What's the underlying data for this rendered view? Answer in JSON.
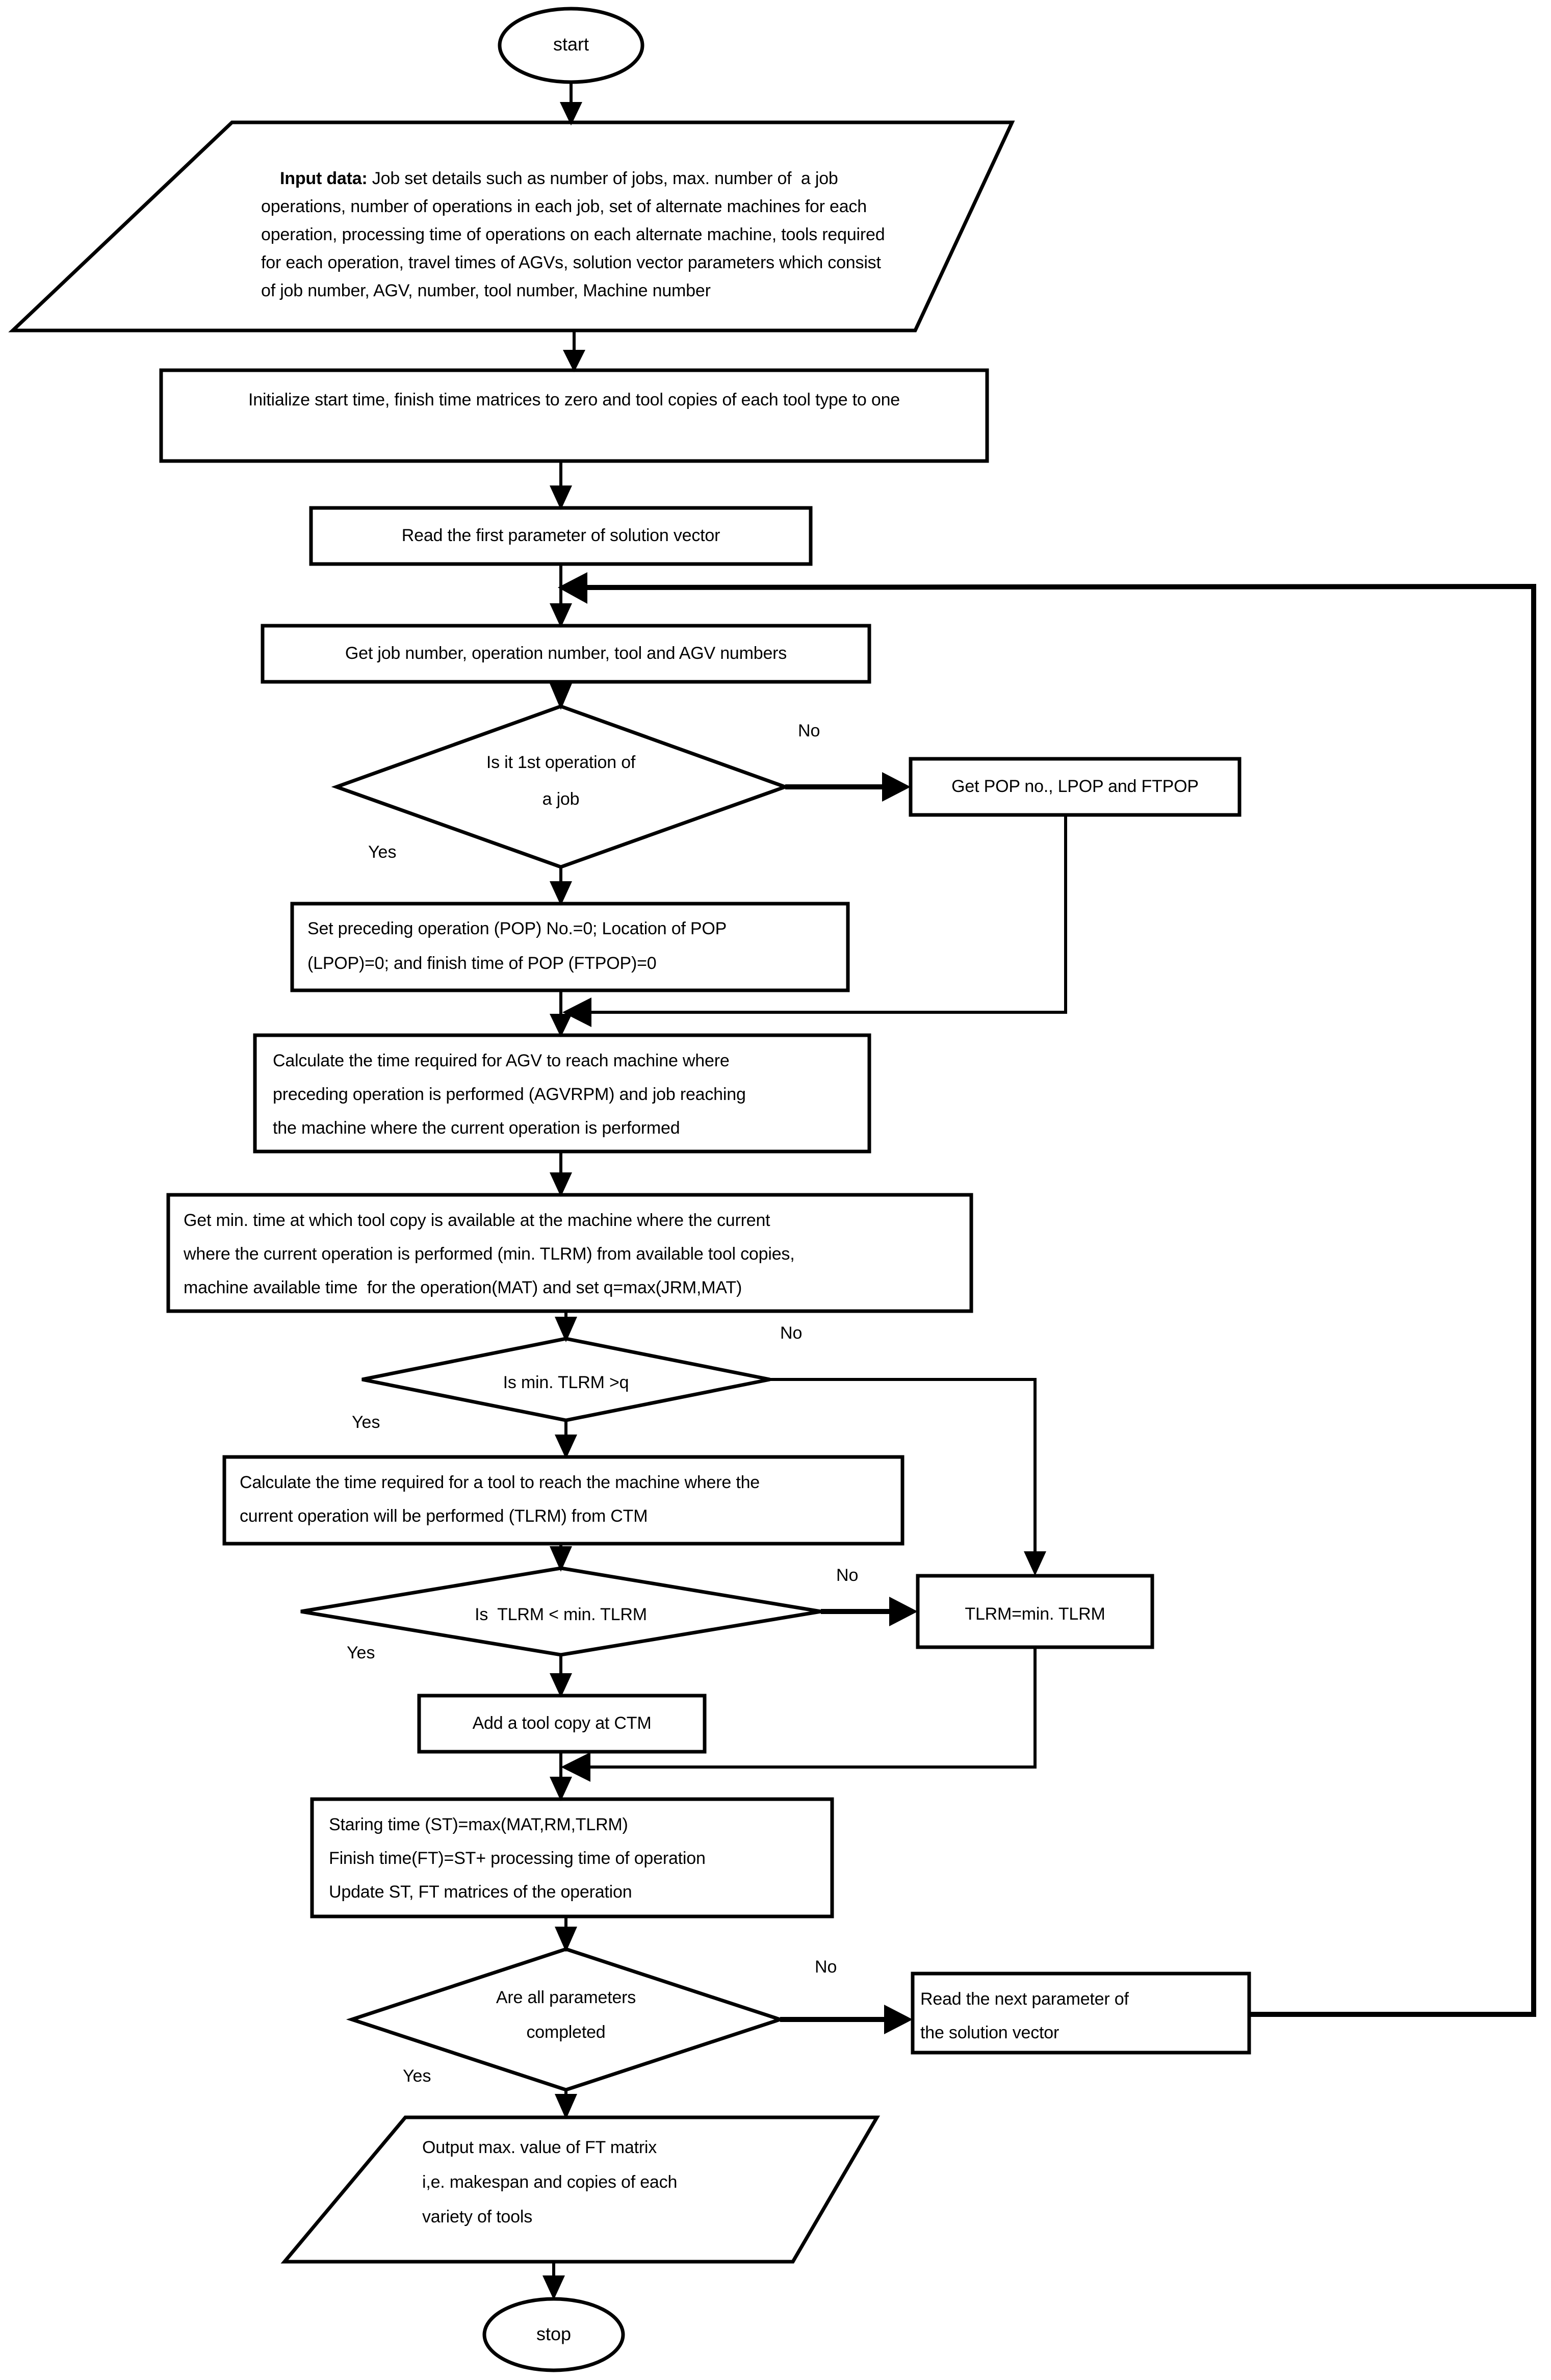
{
  "diagram": {
    "type": "flowchart",
    "title": "Makespan and tool copies evaluation flowchart",
    "colors": {
      "stroke": "#000000",
      "fill": "#ffffff",
      "text": "#000000"
    },
    "nodes": {
      "start": {
        "shape": "terminator",
        "label": "start"
      },
      "input_data": {
        "shape": "parallelogram",
        "lead": "Input data:",
        "text": " Job set details such as number of jobs, max. number of  a job operations, number of operations in each job, set of alternate machines for each operation, processing time of operations on each alternate machine, tools required for each operation, travel times of AGVs, solution vector parameters which consist of job number, AGV, number, tool number, Machine number"
      },
      "initialize": {
        "shape": "process",
        "text": "Initialize start time, finish time matrices to zero and tool copies of each tool type to one"
      },
      "read_first": {
        "shape": "process",
        "text": "Read the first parameter of solution vector"
      },
      "get_job": {
        "shape": "process",
        "text": "Get job number, operation number, tool and AGV numbers"
      },
      "is_first_op": {
        "shape": "decision",
        "line1": "Is it 1st operation of",
        "line2": "a job",
        "yes_label": "Yes",
        "no_label": "No"
      },
      "get_pop": {
        "shape": "process",
        "text": "Get POP no., LPOP and FTPOP"
      },
      "set_pop": {
        "shape": "process",
        "line1": "Set preceding operation (POP) No.=0; Location of POP",
        "line2": "(LPOP)=0; and finish time of POP (FTPOP)=0"
      },
      "calc_agv": {
        "shape": "process",
        "line1": "Calculate the time required for AGV to reach machine where",
        "line2": "preceding operation is performed (AGVRPM) and job reaching",
        "line3": "the machine where the current operation is performed"
      },
      "get_min_time": {
        "shape": "process",
        "line1": "Get min. time at which tool copy is available at the machine where the current",
        "line2": "where the current operation is performed (min. TLRM) from available tool copies,",
        "line3": "machine available time  for the operation(MAT) and set q=max(JRM,MAT)"
      },
      "is_min_tlrm_gt_q": {
        "shape": "decision",
        "text": "Is min. TLRM >q",
        "yes_label": "Yes",
        "no_label": "No"
      },
      "calc_tool_time": {
        "shape": "process",
        "line1": "Calculate the time required for a tool to reach the machine where the",
        "line2": "current operation will be performed (TLRM) from CTM"
      },
      "is_tlrm_lt_min": {
        "shape": "decision",
        "text": "Is  TLRM < min. TLRM",
        "yes_label": "Yes",
        "no_label": "No"
      },
      "tlrm_assign": {
        "shape": "process",
        "text": "TLRM=min. TLRM"
      },
      "add_tool_copy": {
        "shape": "process",
        "text": "Add a tool copy at CTM"
      },
      "start_finish_time": {
        "shape": "process",
        "line1": "Staring time (ST)=max(MAT,RM,TLRM)",
        "line2": "Finish time(FT)=ST+ processing time of operation",
        "line3": "Update ST, FT matrices of the operation"
      },
      "all_params_done": {
        "shape": "decision",
        "line1": "Are all parameters",
        "line2": "completed",
        "yes_label": "Yes",
        "no_label": "No"
      },
      "read_next": {
        "shape": "process",
        "line1": "Read the next parameter of",
        "line2": "the solution vector"
      },
      "output_data": {
        "shape": "parallelogram",
        "line1": "Output max. value of FT matrix",
        "line2": "i,e. makespan and copies of each",
        "line3": "variety of tools"
      },
      "stop": {
        "shape": "terminator",
        "label": "stop"
      }
    }
  }
}
